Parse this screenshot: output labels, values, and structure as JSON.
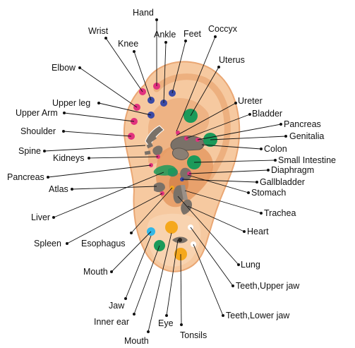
{
  "colors": {
    "skin": "#f6c9a0",
    "skin_shade": "#eaa774",
    "skin_deep": "#d9884f",
    "pink": "#e2317e",
    "blue": "#3a4aa6",
    "green": "#1b9a5a",
    "orange": "#f5a81c",
    "cyan": "#32b7e6",
    "white": "#ffffff",
    "organ_gray": "#7a7168",
    "text": "#111111"
  },
  "labels": {
    "hand": "Hand",
    "coccyx": "Coccyx",
    "wrist": "Wrist",
    "ankle": "Ankle",
    "feet": "Feet",
    "knee": "Knee",
    "uterus": "Uterus",
    "elbow": "Elbow",
    "upper_leg": "Upper leg",
    "upper_arm": "Upper Arm",
    "ureter": "Ureter",
    "bladder": "Bladder",
    "shoulder": "Shoulder",
    "pancreas_right": "Pancreas",
    "genitalia": "Genitalia",
    "spine": "Spine",
    "colon": "Colon",
    "kidneys": "Kidneys",
    "small_intestine": "Small Intestine",
    "diaphragm": "Diaphragm",
    "pancreas_left": "Pancreas",
    "gallbladder": "Gallbladder",
    "atlas": "Atlas",
    "stomach": "Stomach",
    "trachea": "Trachea",
    "liver": "Liver",
    "heart": "Heart",
    "spleen": "Spleen",
    "esophagus": "Esophagus",
    "lung": "Lung",
    "mouth_left": "Mouth",
    "teeth_upper": "Teeth,Upper jaw",
    "jaw": "Jaw",
    "inner_ear": "Inner ear",
    "teeth_lower": "Teeth,Lower jaw",
    "eye": "Eye",
    "tonsils": "Tonsils",
    "mouth_bottom": "Mouth"
  }
}
